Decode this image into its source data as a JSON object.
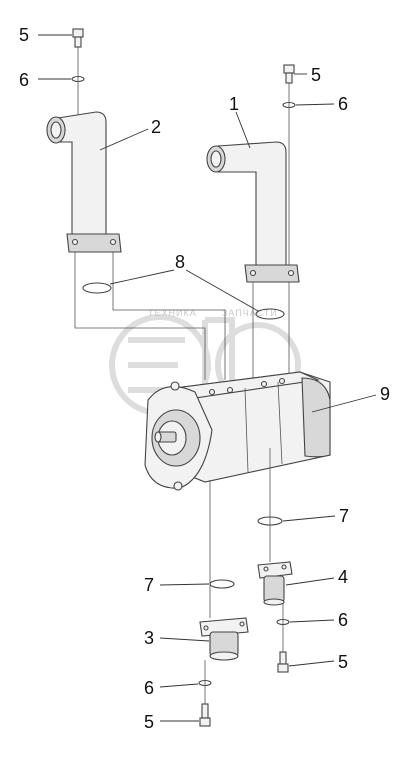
{
  "callouts": [
    {
      "id": "1",
      "label": "1"
    },
    {
      "id": "2",
      "label": "2"
    },
    {
      "id": "3",
      "label": "3"
    },
    {
      "id": "4",
      "label": "4"
    },
    {
      "id": "5a",
      "label": "5"
    },
    {
      "id": "5b",
      "label": "5"
    },
    {
      "id": "5c",
      "label": "5"
    },
    {
      "id": "5d",
      "label": "5"
    },
    {
      "id": "6a",
      "label": "6"
    },
    {
      "id": "6b",
      "label": "6"
    },
    {
      "id": "6c",
      "label": "6"
    },
    {
      "id": "6d",
      "label": "6"
    },
    {
      "id": "7a",
      "label": "7"
    },
    {
      "id": "7b",
      "label": "7"
    },
    {
      "id": "8",
      "label": "8"
    },
    {
      "id": "9",
      "label": "9"
    }
  ],
  "watermark": {
    "left": "ТЕХНИКА",
    "right": "ЗАПЧАСТИ"
  }
}
